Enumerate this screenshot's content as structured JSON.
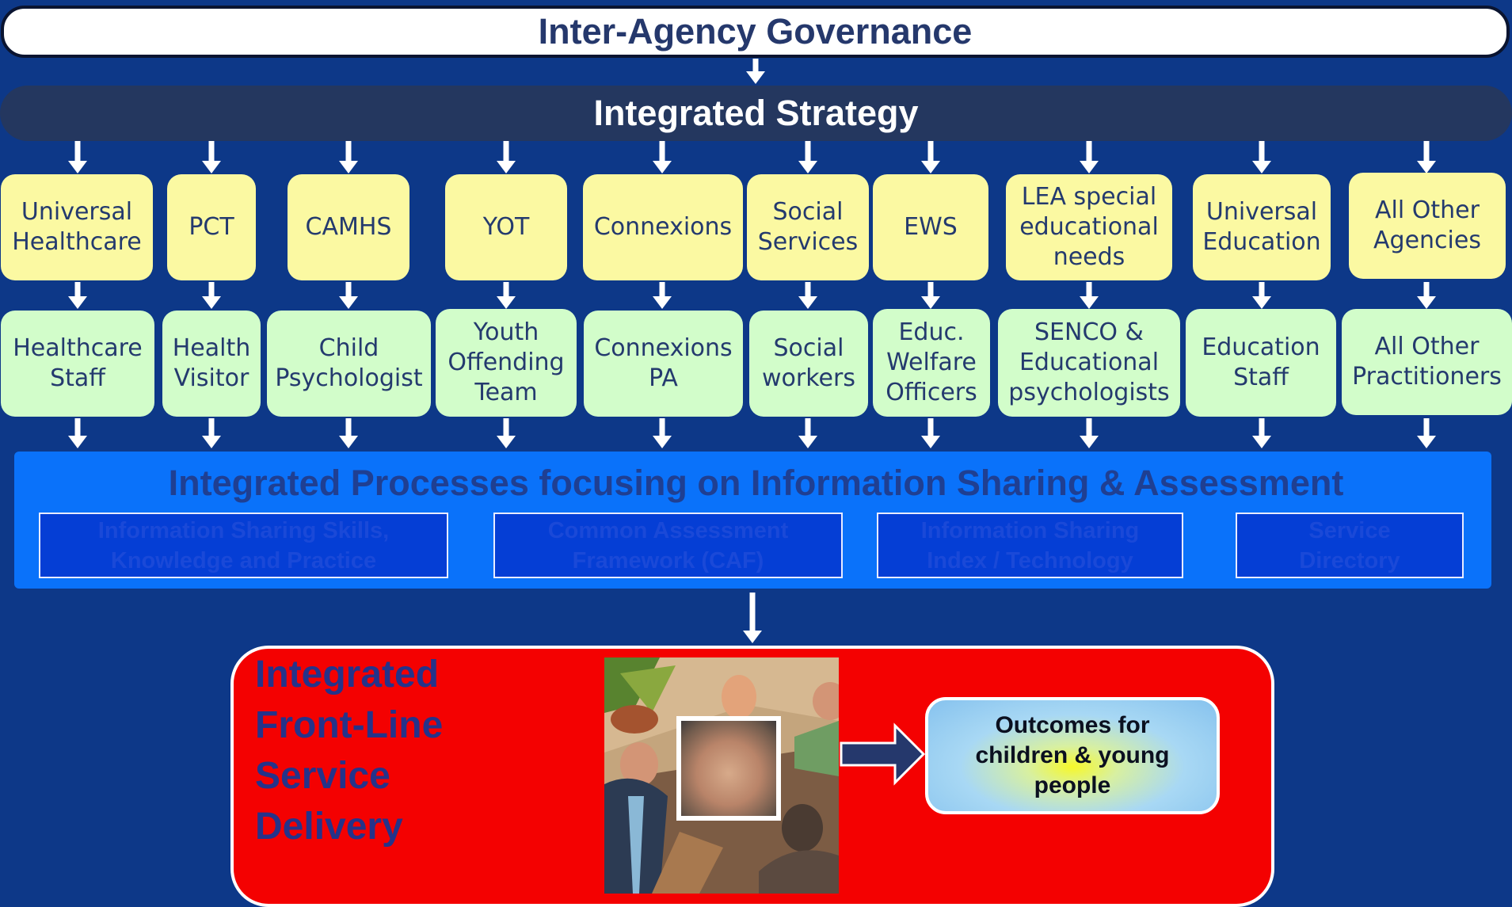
{
  "governance": {
    "label": "Inter-Agency Governance"
  },
  "strategy": {
    "label": "Integrated Strategy"
  },
  "agencies": [
    {
      "label": "Universal\nHealthcare"
    },
    {
      "label": "PCT"
    },
    {
      "label": "CAMHS"
    },
    {
      "label": "YOT"
    },
    {
      "label": "Connexions"
    },
    {
      "label": "Social\nServices"
    },
    {
      "label": "EWS"
    },
    {
      "label": "LEA special\neducational\nneeds"
    },
    {
      "label": "Universal\nEducation"
    },
    {
      "label": "All Other\nAgencies"
    }
  ],
  "practitioners": [
    {
      "label": "Healthcare\nStaff"
    },
    {
      "label": "Health\nVisitor"
    },
    {
      "label": "Child\nPsychologist"
    },
    {
      "label": "Youth\nOffending\nTeam"
    },
    {
      "label": "Connexions\nPA"
    },
    {
      "label": "Social\nworkers"
    },
    {
      "label": "Educ.\nWelfare\nOfficers"
    },
    {
      "label": "SENCO &\nEducational\npsychologists"
    },
    {
      "label": "Education\nStaff"
    },
    {
      "label": "All Other\nPractitioners"
    }
  ],
  "processes": {
    "title": "Integrated Processes focusing on Information Sharing & Assessment",
    "items": [
      {
        "label": "Information Sharing Skills,\nKnowledge and Practice"
      },
      {
        "label": "Common Assessment\nFramework (CAF)"
      },
      {
        "label": "Information Sharing\nIndex / Technology"
      },
      {
        "label": "Service\nDirectory"
      }
    ]
  },
  "delivery": {
    "title": "Integrated\nFront-Line\nService\nDelivery",
    "outcome": "Outcomes for\nchildren & young\npeople"
  },
  "colors": {
    "background": "#0d3888",
    "agency_fill": "#fbf9a2",
    "practitioner_fill": "#d2fdca",
    "process_fill": "#0a72fa",
    "delivery_fill": "#f40101"
  }
}
